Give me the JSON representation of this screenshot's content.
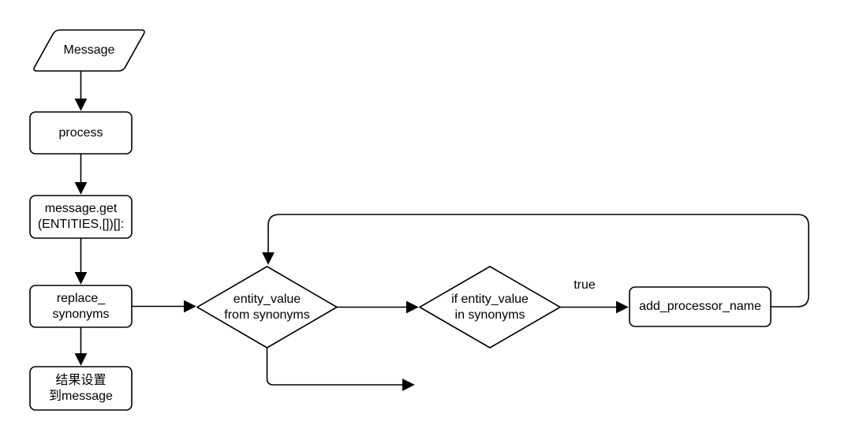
{
  "diagram": {
    "background_color": "#ffffff",
    "stroke_color": "#000000",
    "nodes": {
      "message": {
        "type": "start-parallelogram",
        "label": "Message"
      },
      "process": {
        "type": "process-rect",
        "label": "process"
      },
      "message_get": {
        "type": "process-rect",
        "line1": "message.get",
        "line2": "(ENTITIES,[])[]:"
      },
      "replace_synonyms": {
        "type": "process-rect",
        "line1": "replace_",
        "line2": "synonyms"
      },
      "result_to_message": {
        "type": "process-rect",
        "line1": "结果设置",
        "line2": "到message"
      },
      "entity_value_from_synonyms": {
        "type": "decision-diamond",
        "line1": "entity_value",
        "line2": "from synonyms"
      },
      "if_entity_value_in_synonyms": {
        "type": "decision-diamond",
        "line1": "if entity_value",
        "line2": "in synonyms"
      },
      "add_processor_name": {
        "type": "process-rect",
        "label": "add_processor_name"
      }
    },
    "edge_labels": {
      "true": "true"
    },
    "edges": [
      {
        "from": "message",
        "to": "process"
      },
      {
        "from": "process",
        "to": "message_get"
      },
      {
        "from": "message_get",
        "to": "replace_synonyms"
      },
      {
        "from": "replace_synonyms",
        "to": "result_to_message"
      },
      {
        "from": "replace_synonyms",
        "to": "entity_value_from_synonyms"
      },
      {
        "from": "entity_value_from_synonyms",
        "to": "if_entity_value_in_synonyms"
      },
      {
        "from": "if_entity_value_in_synonyms",
        "to": "add_processor_name",
        "label": "true"
      },
      {
        "from": "add_processor_name",
        "to": "entity_value_from_synonyms",
        "note": "loop back over top"
      },
      {
        "from": "entity_value_from_synonyms",
        "to": null,
        "note": "open arrow exiting down-right"
      }
    ]
  }
}
